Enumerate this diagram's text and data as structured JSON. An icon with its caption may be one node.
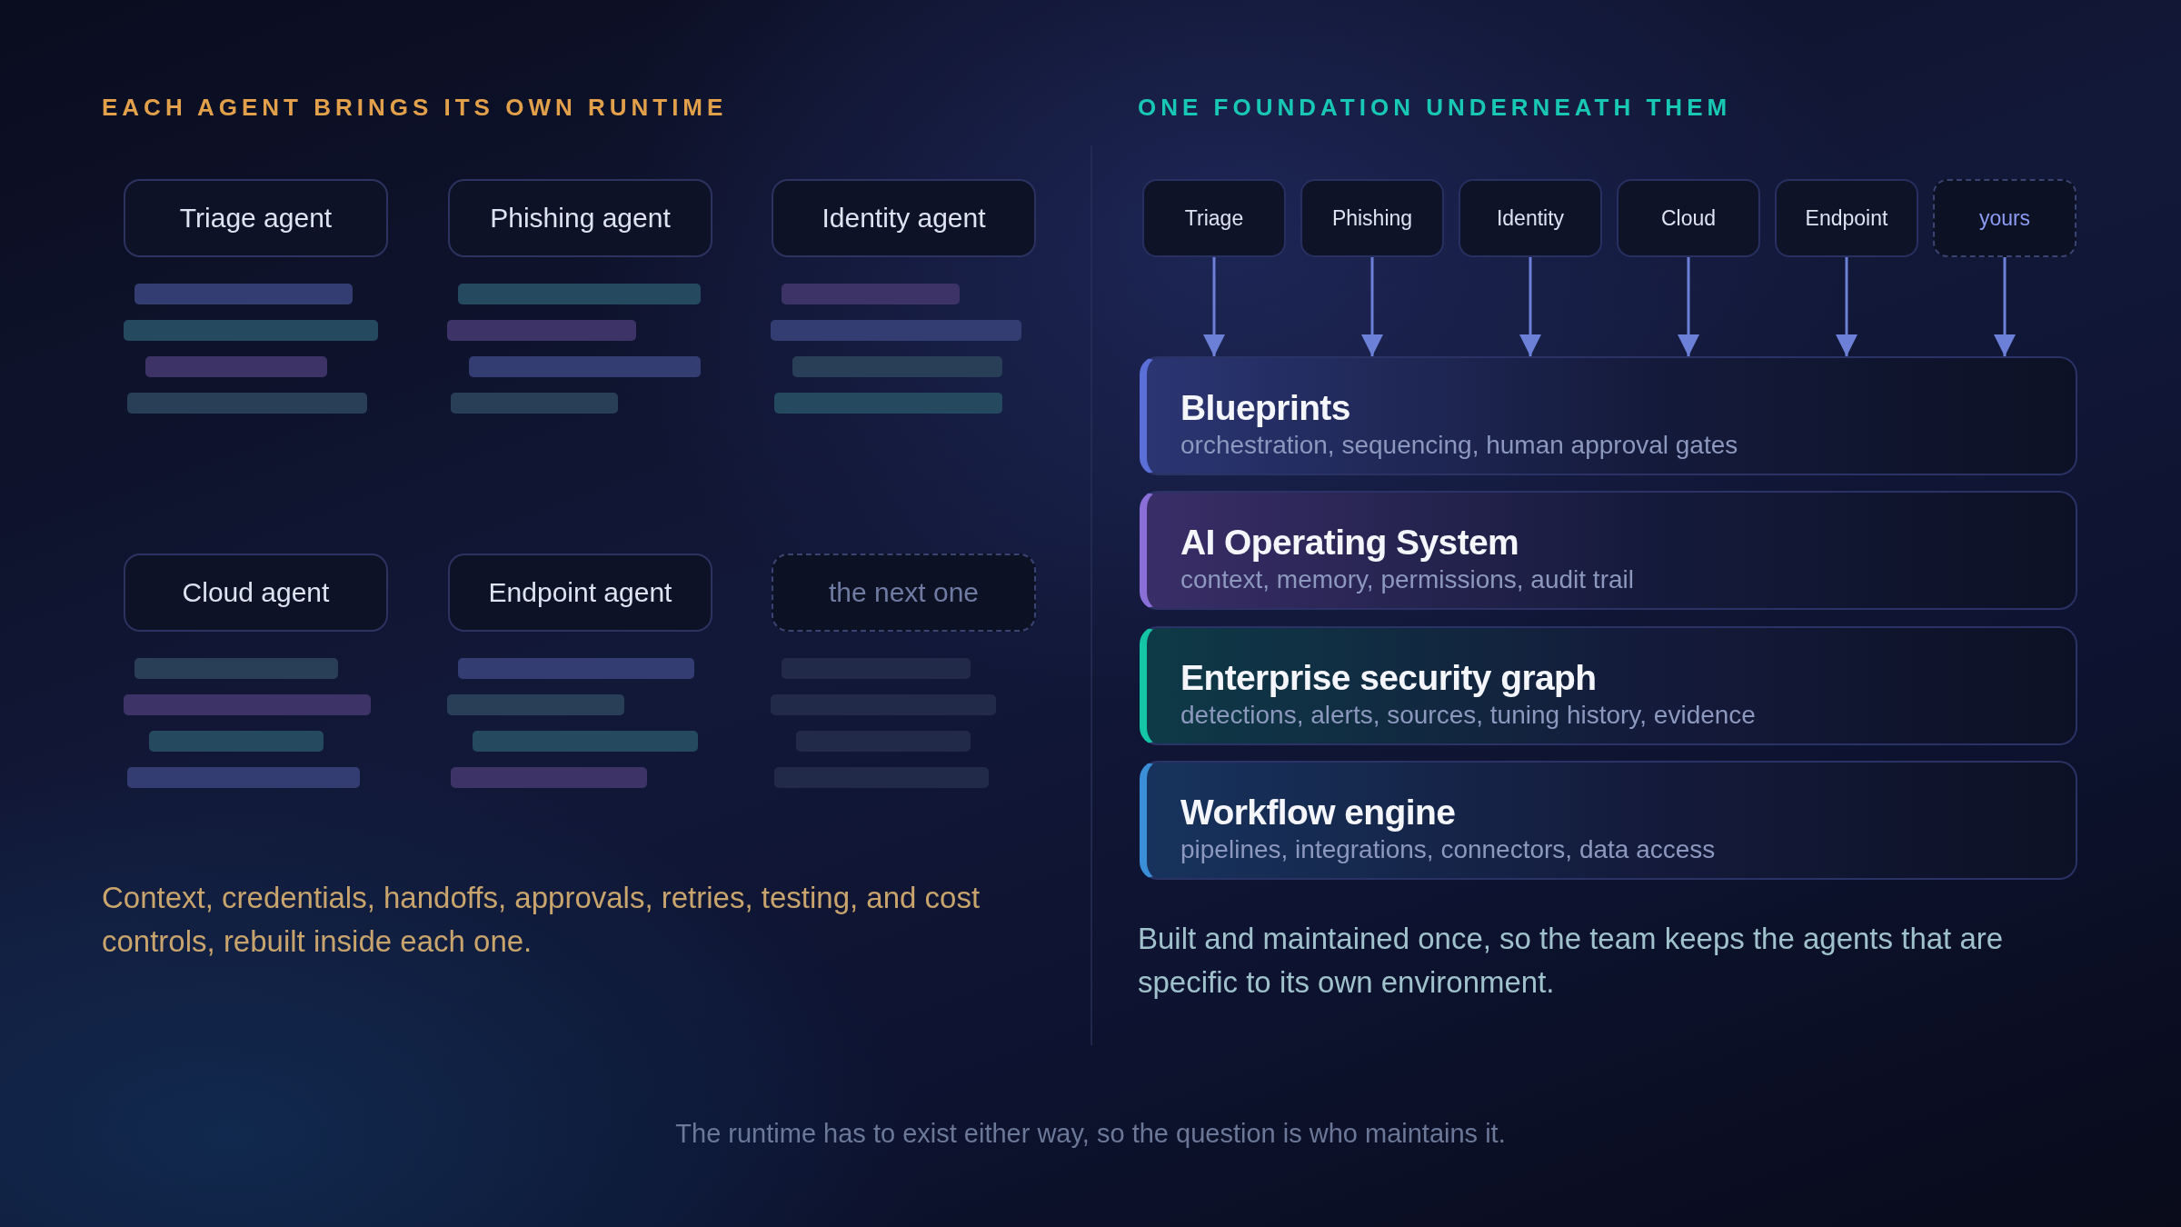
{
  "diagram": {
    "caption": "The runtime has to exist either way, so the question is who maintains it.",
    "nodes": [
      {
        "text": [
          "Triage agent"
        ]
      },
      {
        "text": [
          "Phishing agent"
        ]
      },
      {
        "text": [
          "Identity agent"
        ]
      },
      {
        "text": [
          "Cloud agent"
        ]
      },
      {
        "text": [
          "Endpoint agent"
        ]
      },
      {
        "text": [
          "the next one"
        ]
      },
      {
        "text": [
          "Triage"
        ]
      },
      {
        "text": [
          "Phishing"
        ]
      },
      {
        "text": [
          "Identity"
        ]
      },
      {
        "text": [
          "Cloud"
        ]
      },
      {
        "text": [
          "Endpoint"
        ]
      },
      {
        "text": [
          "yours"
        ]
      },
      {
        "text": [
          "Blueprints",
          "orchestration, sequencing, human approval gates"
        ]
      },
      {
        "text": [
          "AI Operating System",
          "context, memory, permissions, audit trail"
        ]
      },
      {
        "text": [
          "Enterprise security graph",
          "detections, alerts, sources, tuning history, evidence"
        ]
      },
      {
        "text": [
          "Workflow engine",
          "pipelines, integrations, connectors, data access"
        ]
      }
    ],
    "edges": [
      {
        "from": 6,
        "to": 12,
        "arrow": "to"
      },
      {
        "from": 7,
        "to": 12,
        "arrow": "to"
      },
      {
        "from": 8,
        "to": 12,
        "arrow": "to"
      },
      {
        "from": 9,
        "to": 12,
        "arrow": "to"
      },
      {
        "from": 10,
        "to": 12,
        "arrow": "to"
      },
      {
        "from": 11,
        "to": 12,
        "arrow": "to"
      }
    ],
    "labels": [
      "EACH AGENT BRINGS ITS OWN RUNTIME",
      "ONE FOUNDATION UNDERNEATH THEM",
      "Context, credentials, handoffs, approvals, retries, testing, and cost controls, rebuilt inside each one.",
      "Built and maintained once, so the team keeps the agents that are specific to its own environment."
    ]
  }
}
